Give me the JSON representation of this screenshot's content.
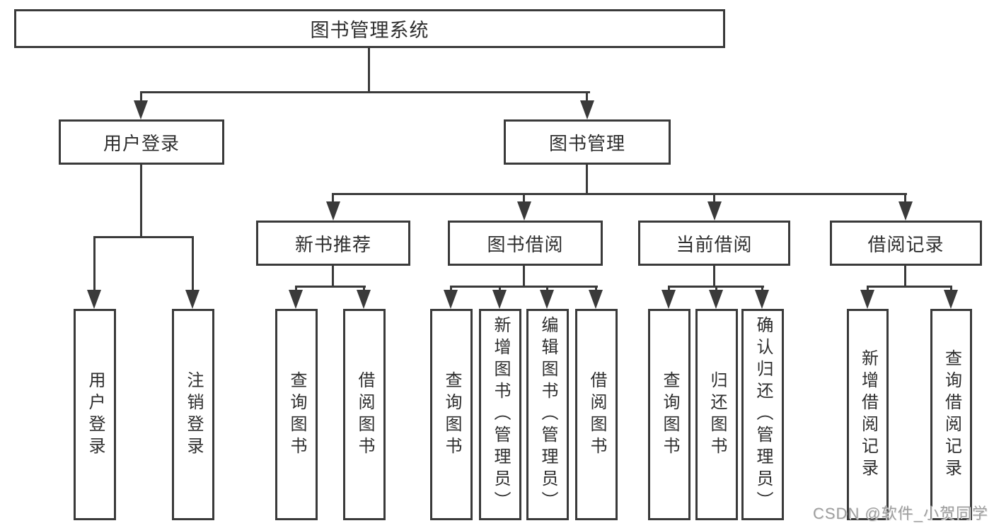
{
  "diagram": {
    "root": "图书管理系统",
    "level2": [
      "用户登录",
      "图书管理"
    ],
    "level3": [
      "新书推荐",
      "图书借阅",
      "当前借阅",
      "借阅记录"
    ],
    "leaves_user_login": [
      "用户登录",
      "注销登录"
    ],
    "leaves_new_book": [
      "查询图书",
      "借阅图书"
    ],
    "leaves_book_borrow": [
      "查询图书",
      "新增图书（管理员）",
      "编辑图书（管理员）",
      "借阅图书"
    ],
    "leaves_current_borrow": [
      "查询图书",
      "归还图书",
      "确认归还（管理员）"
    ],
    "leaves_borrow_records": [
      "新增借阅记录",
      "查询借阅记录"
    ]
  },
  "watermark": "CSDN @软件_小贺同学",
  "colors": {
    "line": "#3a3a3a",
    "text": "#2e2e2e",
    "watermark": "#9e9e9e",
    "background": "#ffffff"
  }
}
